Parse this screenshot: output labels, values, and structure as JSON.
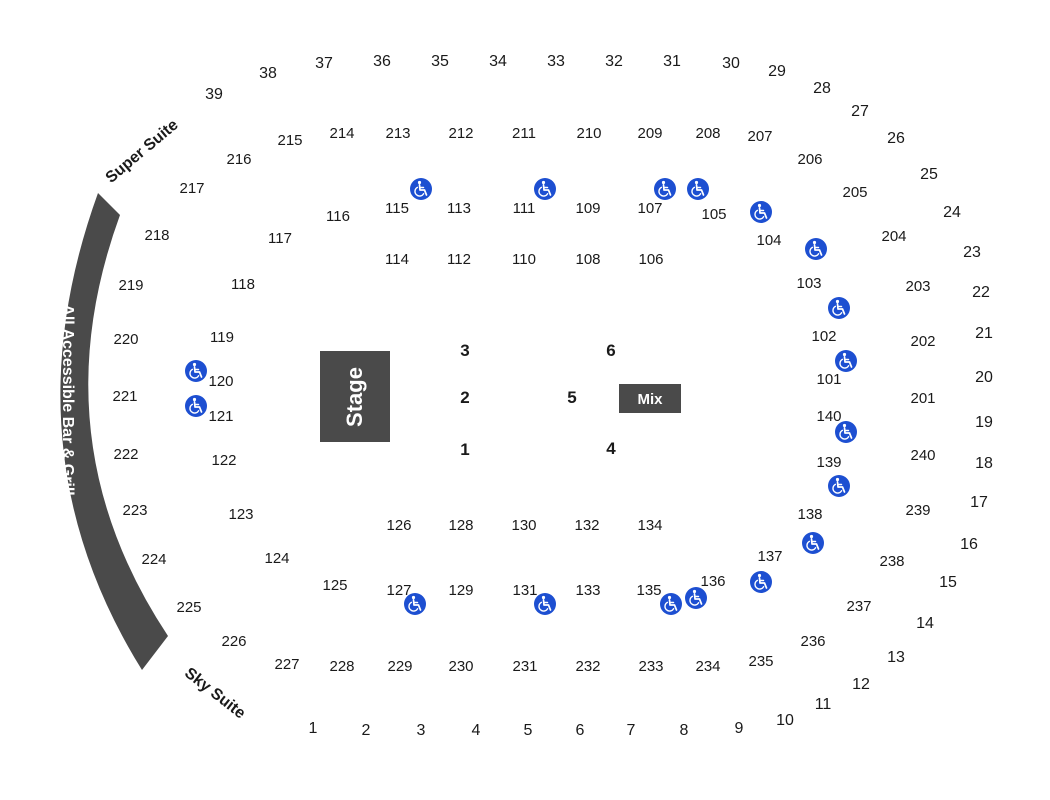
{
  "colors": {
    "block": "#4a4a4a",
    "accessible": "#1d4fd1",
    "text": "#1a1a1a"
  },
  "labels": {
    "super_suite": "Super Suite",
    "sky_suite": "Sky Suite",
    "bar": "All Accessible Bar & Grill",
    "stage": "Stage",
    "mix": "Mix"
  },
  "icons": {
    "accessible": "wheelchair-icon"
  },
  "sections": {
    "floor": [
      "1",
      "2",
      "3",
      "4",
      "5",
      "6"
    ],
    "lower": [
      "101",
      "102",
      "103",
      "104",
      "105",
      "106",
      "107",
      "108",
      "109",
      "110",
      "111",
      "112",
      "113",
      "114",
      "115",
      "116",
      "117",
      "118",
      "119",
      "120",
      "121",
      "122",
      "123",
      "124",
      "125",
      "126",
      "127",
      "128",
      "129",
      "130",
      "131",
      "132",
      "133",
      "134",
      "135",
      "136",
      "137",
      "138",
      "139",
      "140"
    ],
    "upper": [
      "201",
      "202",
      "203",
      "204",
      "205",
      "206",
      "207",
      "208",
      "209",
      "210",
      "211",
      "212",
      "213",
      "214",
      "215",
      "216",
      "217",
      "218",
      "219",
      "220",
      "221",
      "222",
      "223",
      "224",
      "225",
      "226",
      "227",
      "228",
      "229",
      "230",
      "231",
      "232",
      "233",
      "234",
      "235",
      "236",
      "237",
      "238",
      "239",
      "240"
    ],
    "suites_top": [
      "39",
      "38",
      "37",
      "36",
      "35",
      "34",
      "33",
      "32",
      "31",
      "30",
      "29",
      "28",
      "27",
      "26",
      "25",
      "24",
      "23",
      "22",
      "21",
      "20",
      "19",
      "18",
      "17",
      "16",
      "15",
      "14",
      "13",
      "12",
      "11",
      "10",
      "9",
      "8",
      "7",
      "6",
      "5",
      "4",
      "3",
      "2",
      "1"
    ]
  }
}
